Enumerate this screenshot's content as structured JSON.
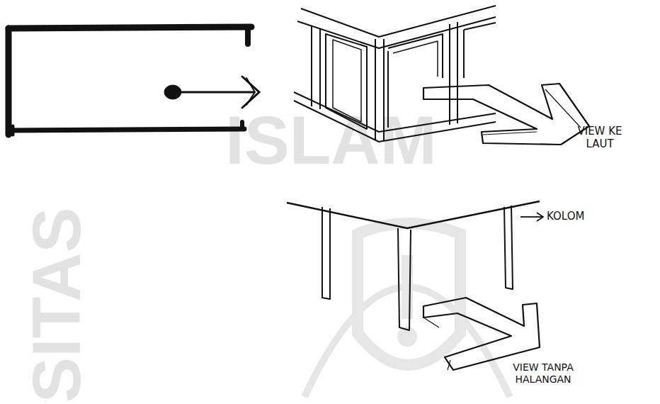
{
  "diagram": {
    "labels": [
      "VIEW KE LAUT",
      "KOLOM",
      "VIEW TANPA HALANGAN",
      "ISLAM",
      "SITAS"
    ]
  }
}
